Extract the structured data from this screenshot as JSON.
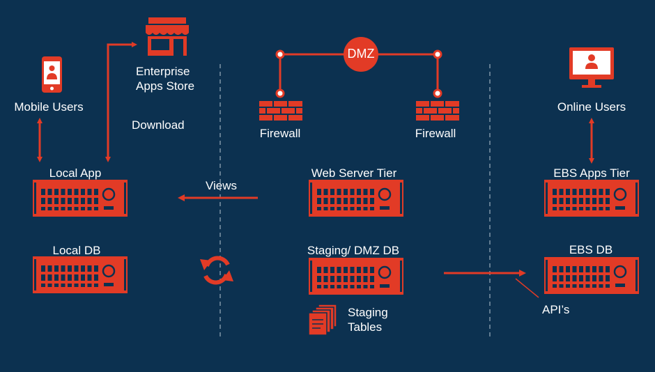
{
  "colors": {
    "background": "#0c3150",
    "accent": "#e23b26",
    "text": "#ffffff",
    "divider": "#b9c6d2"
  },
  "labels": {
    "mobile_users": "Mobile Users",
    "enterprise_apps_store": "Enterprise\nApps Store",
    "download": "Download",
    "local_app": "Local App",
    "local_db": "Local DB",
    "views": "Views",
    "dmz": "DMZ",
    "firewall_left": "Firewall",
    "firewall_right": "Firewall",
    "web_server_tier": "Web Server Tier",
    "staging_dmz_db": "Staging/ DMZ DB",
    "staging_tables": "Staging\nTables",
    "online_users": "Online Users",
    "ebs_apps_tier": "EBS Apps Tier",
    "ebs_db": "EBS DB",
    "apis": "API’s"
  },
  "icons": {
    "mobile": "smartphone-icon",
    "store": "storefront-icon",
    "monitor": "desktop-user-icon",
    "firewall": "brick-wall-icon",
    "server": "server-rack-icon",
    "refresh": "refresh-icon",
    "documents": "document-stack-icon"
  }
}
